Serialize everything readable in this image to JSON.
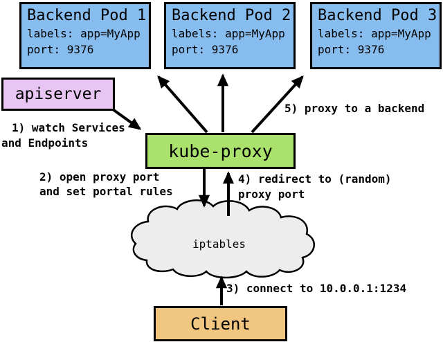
{
  "diagram": {
    "pods": [
      {
        "title": "Backend Pod 1",
        "labels_line": "labels: app=MyApp",
        "port_line": "port: 9376"
      },
      {
        "title": "Backend Pod 2",
        "labels_line": "labels: app=MyApp",
        "port_line": "port: 9376"
      },
      {
        "title": "Backend Pod 3",
        "labels_line": "labels: app=MyApp",
        "port_line": "port: 9376"
      }
    ],
    "apiserver_label": "apiserver",
    "kube_proxy_label": "kube-proxy",
    "cloud_label": "iptables",
    "client_label": "Client",
    "annotations": {
      "step1_line1": "1) watch Services",
      "step1_line2": "and Endpoints",
      "step2_line1": "2) open proxy port",
      "step2_line2": "and set portal rules",
      "step3": "3) connect to 10.0.0.1:1234",
      "step4_line1": "4) redirect to (random)",
      "step4_line2": "proxy port",
      "step5": "5) proxy to a backend"
    },
    "colors": {
      "pod-fill": "#86bcee",
      "apiserver-fill": "#e9c5f4",
      "kube-proxy-fill": "#abe26e",
      "client-fill": "#f0c681",
      "cloud-fill": "#ededed",
      "outline": "#000000"
    }
  }
}
